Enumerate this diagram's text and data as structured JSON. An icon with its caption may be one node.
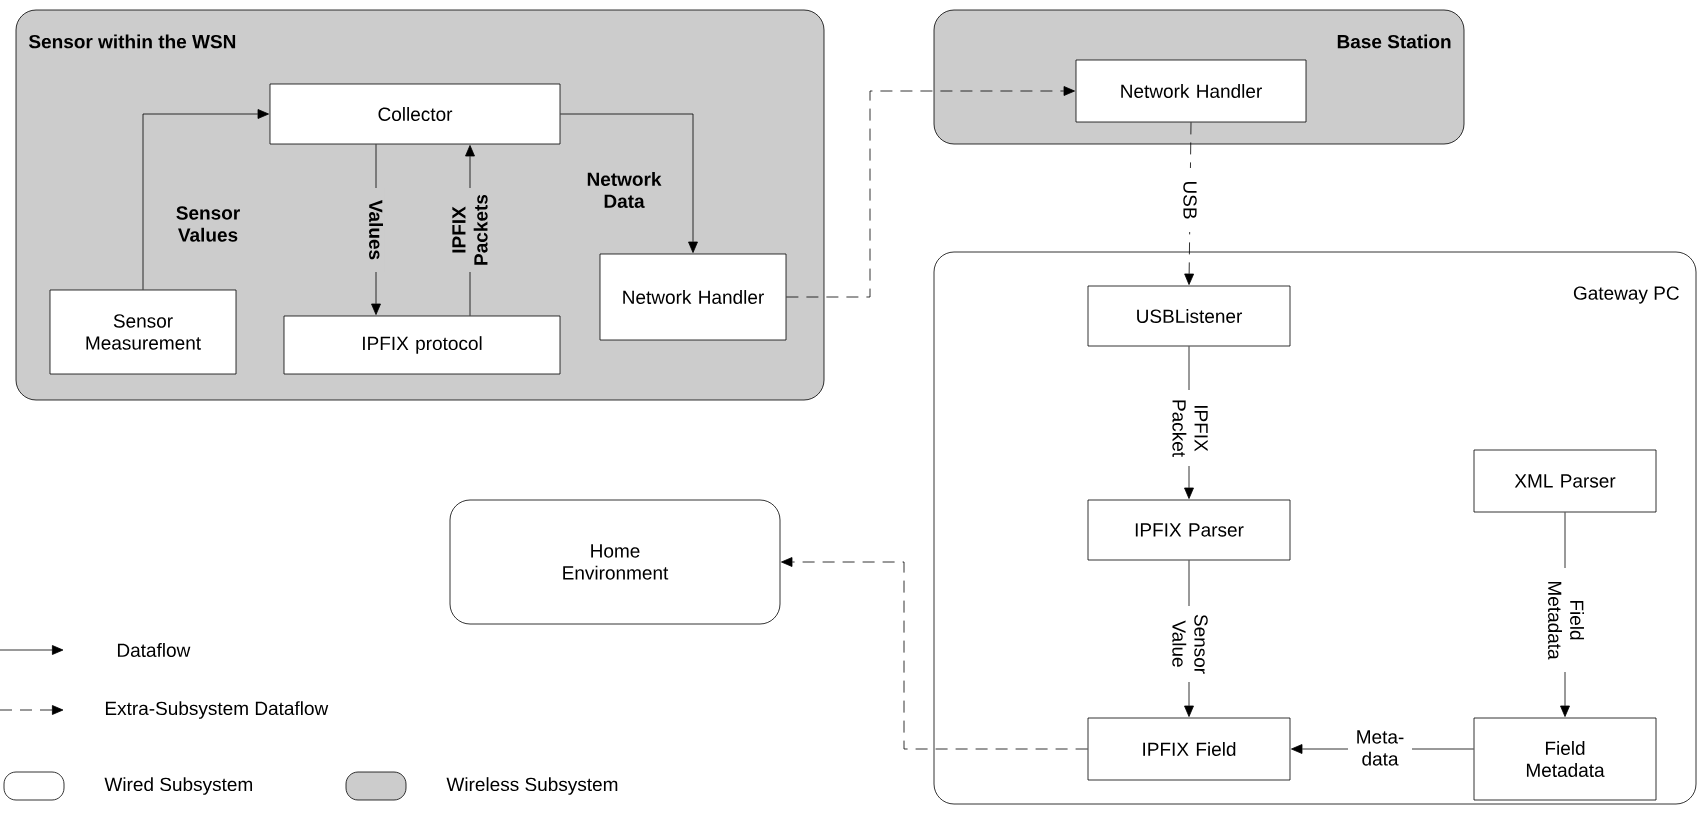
{
  "diagram": {
    "nodes": [
      {
        "text": [
          "Sensor within the WSN"
        ]
      },
      {
        "text": [
          "Collector"
        ],
        "in": 0
      },
      {
        "text": [
          "Sensor Measurement"
        ],
        "in": 0
      },
      {
        "text": [
          "IPFIX protocol"
        ],
        "in": 0
      },
      {
        "text": [
          "Network Handler"
        ],
        "in": 0
      },
      {
        "text": [
          "Base Station"
        ]
      },
      {
        "text": [
          "Network Handler"
        ],
        "in": 5
      },
      {
        "text": [
          "Gateway PC"
        ]
      },
      {
        "text": [
          "USBListener"
        ],
        "in": 7
      },
      {
        "text": [
          "IPFIX Parser"
        ],
        "in": 7
      },
      {
        "text": [
          "XML Parser"
        ],
        "in": 7
      },
      {
        "text": [
          "IPFIX Field"
        ],
        "in": 7
      },
      {
        "text": [
          "Field Metadata"
        ],
        "in": 7
      },
      {
        "text": [
          "Home Environment"
        ]
      }
    ],
    "edges": [
      {
        "from": 2,
        "to": 1,
        "arrow": "to",
        "label": "Sensor Values"
      },
      {
        "from": 1,
        "to": 3,
        "arrow": "to",
        "label": "Values"
      },
      {
        "from": 3,
        "to": 1,
        "arrow": "to",
        "label": "IPFIX Packets"
      },
      {
        "from": 1,
        "to": 4,
        "arrow": "to",
        "label": "Network Data"
      },
      {
        "from": 4,
        "to": 6,
        "arrow": "to",
        "style": "dashed"
      },
      {
        "from": 6,
        "to": 8,
        "arrow": "to",
        "style": "dashed",
        "label": "USB"
      },
      {
        "from": 8,
        "to": 9,
        "arrow": "to",
        "label": "IPFIX Packet"
      },
      {
        "from": 9,
        "to": 11,
        "arrow": "to",
        "label": "Sensor Value"
      },
      {
        "from": 10,
        "to": 12,
        "arrow": "to",
        "label": "Field Metadata"
      },
      {
        "from": 12,
        "to": 11,
        "arrow": "to",
        "label": "Meta- data"
      },
      {
        "from": 11,
        "to": 13,
        "arrow": "to",
        "style": "dashed"
      }
    ],
    "legend": [
      {
        "text": "Dataflow"
      },
      {
        "text": "Extra-Subsystem Dataflow"
      },
      {
        "text": "Wired Subsystem"
      },
      {
        "text": "Wireless Subsystem"
      }
    ]
  }
}
